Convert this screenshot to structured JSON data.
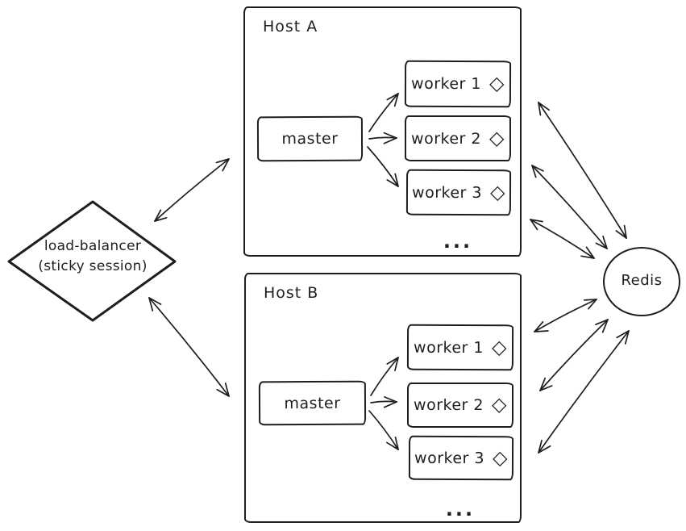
{
  "canvas": {
    "background": "#ffffff",
    "stroke_color": "#1e1e1e"
  },
  "load_balancer": {
    "line1": "load-balancer",
    "line2": "(sticky session)"
  },
  "redis": {
    "label": "Redis"
  },
  "hosts": [
    {
      "title": "Host A",
      "master": "master",
      "workers": [
        "worker 1",
        "worker 2",
        "worker 3"
      ],
      "ellipsis": "..."
    },
    {
      "title": "Host B",
      "master": "master",
      "workers": [
        "worker 1",
        "worker 2",
        "worker 3"
      ],
      "ellipsis": "..."
    }
  ],
  "icons": {
    "diamond": "◇"
  }
}
